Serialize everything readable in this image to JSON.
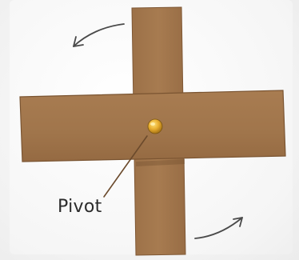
{
  "labels": {
    "pivot": "Pivot"
  },
  "colors": {
    "cardboard": "#a2764c",
    "cardboard_edge": "#8a613b",
    "pivot_pin": "#e2a12a",
    "pointer_line": "#6b4a2c",
    "rotation_arrow": "#4a4a4a"
  },
  "icons": {
    "rotation_arrow_top": "curved-arrow-counterclockwise",
    "rotation_arrow_bottom": "curved-arrow-clockwise",
    "pivot_pin": "brass-fastener"
  }
}
